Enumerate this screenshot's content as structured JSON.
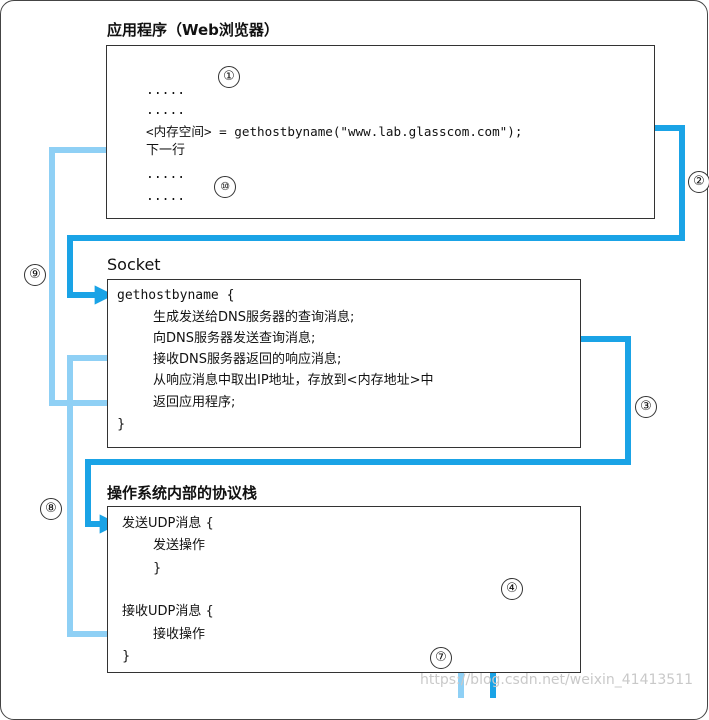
{
  "colors": {
    "dark_blue": "#1aa3e6",
    "light_blue": "#8fd0f5",
    "frame": "#333333"
  },
  "app": {
    "title": "应用程序（Web浏览器）",
    "lines": [
      ".....",
      ".....",
      "<内存空间> = gethostbyname(\"www.lab.glasscom.com\");",
      "下一行",
      ".....",
      "....."
    ]
  },
  "socket": {
    "title": "Socket",
    "lines": [
      "gethostbyname  {",
      "生成发送给DNS服务器的查询消息;",
      "向DNS服务器发送查询消息;",
      "接收DNS服务器返回的响应消息;",
      "从响应消息中取出IP地址，存放到<内存地址>中",
      "返回应用程序;",
      "}"
    ]
  },
  "os": {
    "title": "操作系统内部的协议栈",
    "lines": [
      "发送UDP消息  {",
      "发送操作",
      "}",
      "接收UDP消息  {",
      "接收操作",
      "}"
    ]
  },
  "steps": [
    "①",
    "②",
    "③",
    "④",
    "⑦",
    "⑧",
    "⑨",
    "⑩"
  ],
  "watermark": "https://blog.csdn.net/weixin_41413511"
}
